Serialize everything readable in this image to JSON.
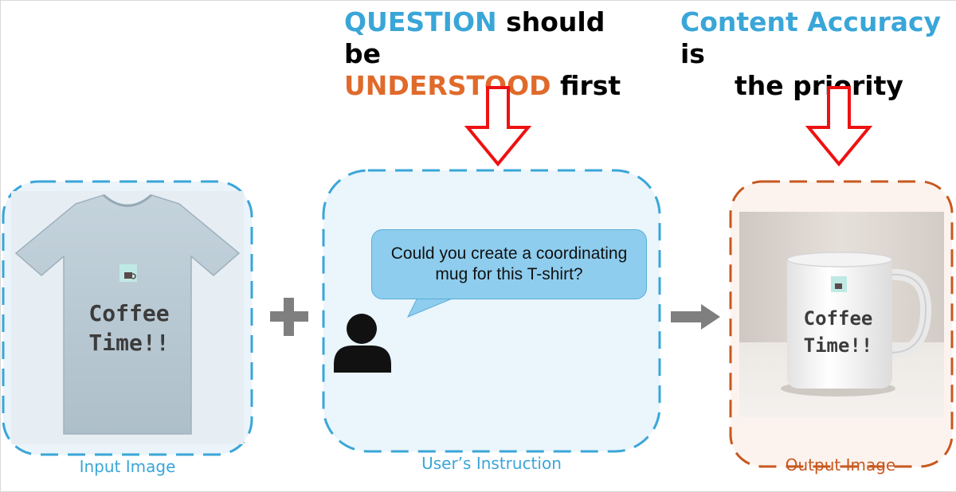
{
  "headline_left": {
    "part1": "QUESTION",
    "part2": "should be",
    "part3": "UNDERSTOOD",
    "part4": "first"
  },
  "headline_right": {
    "part1": "Content Accuracy",
    "part2": "is",
    "part3": "the priority"
  },
  "input_panel": {
    "caption": "Input Image",
    "image_text_line1": "Coffee",
    "image_text_line2": "Time!!"
  },
  "instruction_panel": {
    "caption": "User’s Instruction",
    "bubble_text": "Could you create a coordinating mug for this T-shirt?"
  },
  "output_panel": {
    "caption": "Output Image",
    "image_text_line1": "Coffee",
    "image_text_line2": "Time!!"
  },
  "colors": {
    "blue": "#3aa6d8",
    "orange": "#c8581f",
    "red_arrow": "#ee1111",
    "gray_arrow": "#7f7f7f"
  }
}
